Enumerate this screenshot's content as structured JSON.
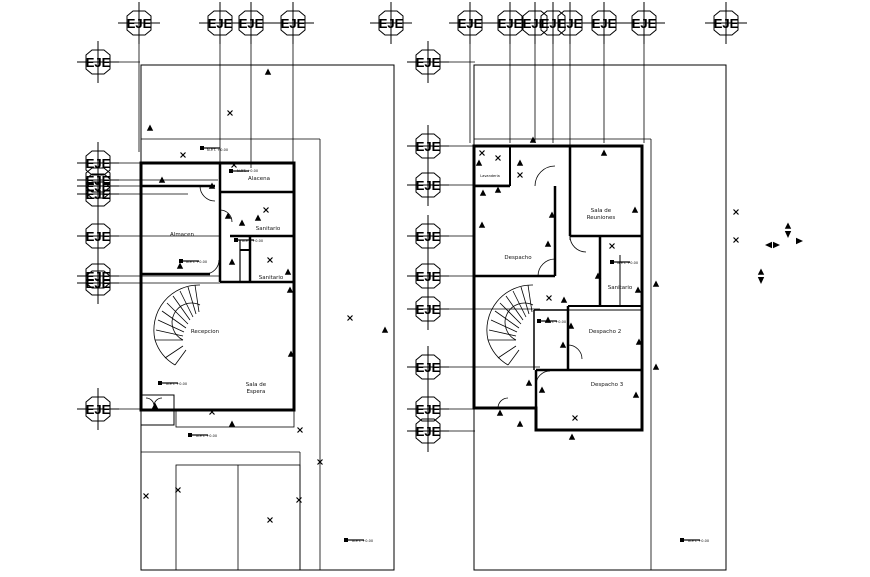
{
  "colors": {
    "line": "#000000",
    "background": "#ffffff"
  },
  "axis_label": "EJE",
  "planta_1": {
    "rooms": {
      "almacen": "Almacen",
      "alacena": "Alacena",
      "sanitario_1": "Sanitario",
      "sanitario_2": "Sanitario",
      "recepcion": "Recepcion",
      "sala_espera_1": "Sala de",
      "sala_espera_2": "Espera"
    }
  },
  "planta_2": {
    "rooms": {
      "sala_reuniones_1": "Sala de",
      "sala_reuniones_2": "Reuniones",
      "despacho_1": "Despacho",
      "sanitario": "Sanitario",
      "despacho_2": "Despacho 2",
      "despacho_3": "Despacho 3",
      "lavanderia": "Lavanderia"
    }
  },
  "level_note": "N.P.T. +0.00"
}
